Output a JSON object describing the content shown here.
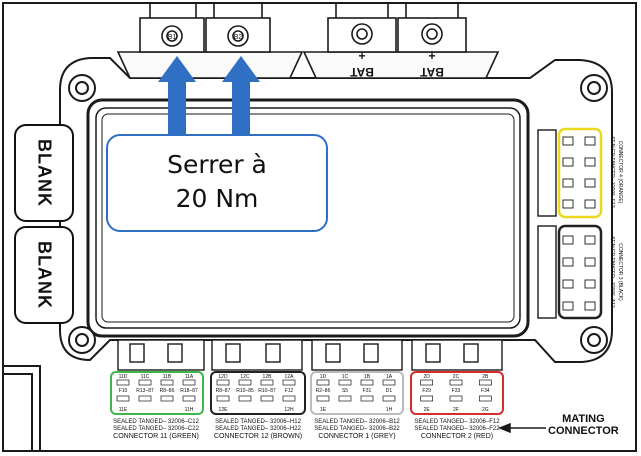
{
  "blank_labels": [
    "BLANK",
    "BLANK"
  ],
  "callout": {
    "line1": "Serrer à",
    "line2": "20 Nm"
  },
  "terminals": {
    "left_pair": [
      "B1",
      "B2"
    ],
    "bat_label": "BAT",
    "plus": "+"
  },
  "connectors": {
    "c11": {
      "title": "CONNECTOR 11 (GREEN)",
      "part": "SEALED TANGED– 32006–C12",
      "part2": "SEALED TANGED– 32006–C22",
      "color": "#3fb54a",
      "pins_top": [
        "11D",
        "11C",
        "11B",
        "11A"
      ],
      "relays": [
        "F10",
        "R13–87",
        "R8–86",
        "R18–87"
      ],
      "pins_bottom": [
        "11E",
        "11H"
      ]
    },
    "c12": {
      "title": "CONNECTOR 12 (BROWN)",
      "part": "SEALED TANGED– 32006–H12",
      "part2": "SEALED TANGED– 32006–H22",
      "color": "#222222",
      "pins_top": [
        "12D",
        "12C",
        "12B",
        "12A"
      ],
      "relays": [
        "R8–87",
        "R10–85",
        "R10–87",
        "F12"
      ],
      "pins_bottom": [
        "12E",
        "12H"
      ]
    },
    "c1": {
      "title": "CONNECTOR 1 (GREY)",
      "part": "SEALED TANGED– 32006–B12",
      "part2": "SEALED TANGED– 32006–B22",
      "color": "#bbbbbb",
      "pins_top": [
        "1D",
        "1C",
        "1B",
        "1A"
      ],
      "relays": [
        "R2–86",
        "S5",
        "F31",
        "D1"
      ],
      "pins_bottom": [
        "1E",
        "1H"
      ]
    },
    "c2": {
      "title": "CONNECTOR 2 (RED)",
      "part": "SEALED TANGED– 32006–F12",
      "part2": "SEALED TANGED– 32006–F22",
      "color": "#d82c2c",
      "pins_top": [
        "2D",
        "2C",
        "2B"
      ],
      "relays": [
        "F29",
        "F33",
        "F34"
      ],
      "pins_bottom": [
        "2E",
        "2F",
        "2G"
      ]
    },
    "c4": {
      "title": "CONNECTOR 4 (ORANGE)",
      "part": "SEALED TANGED– 32006–E12",
      "color": "#ecd81c"
    },
    "c3": {
      "title": "CONNECTOR 3 (BLACK)",
      "part": "SEALED TANGED– 32006–A12",
      "color": "#222222"
    }
  },
  "mating": {
    "line1": "MATING",
    "line2": "CONNECTOR"
  }
}
